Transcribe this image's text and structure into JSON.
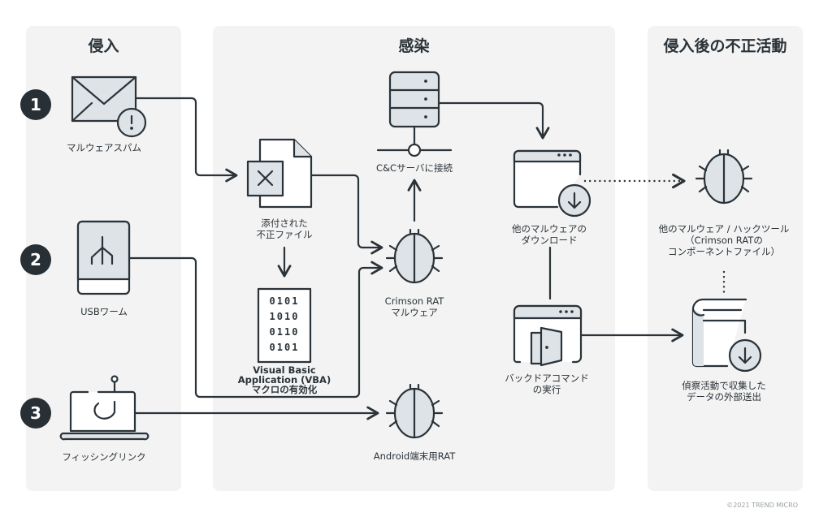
{
  "panels": {
    "intrusion": {
      "title": "侵入"
    },
    "infection": {
      "title": "感染"
    },
    "post_intrusion": {
      "title": "侵入後の不正活動"
    }
  },
  "steps": [
    {
      "number": "1",
      "label": "マルウェアスパム",
      "icon": "envelope-warning-icon"
    },
    {
      "number": "2",
      "label": "USBワーム",
      "icon": "usb-drive-icon"
    },
    {
      "number": "3",
      "label": "フィッシングリンク",
      "icon": "laptop-hook-icon"
    }
  ],
  "nodes": {
    "attached_file": {
      "line1": "添付された",
      "line2": "不正ファイル"
    },
    "vba": {
      "line1": "Visual Basic",
      "line2": "Application (VBA)",
      "line3": "マクロの有効化",
      "binary": [
        "0101",
        "1010",
        "0110",
        "0101"
      ]
    },
    "cc_server": {
      "label": "C&Cサーバに接続"
    },
    "crimson_rat": {
      "line1": "Crimson RAT",
      "line2": "マルウェア"
    },
    "android_rat": {
      "label": "Android端末用RAT"
    },
    "download": {
      "line1": "他のマルウェアの",
      "line2": "ダウンロード"
    },
    "backdoor": {
      "line1": "バックドアコマンド",
      "line2": "の実行"
    },
    "other_malware": {
      "line1": "他のマルウェア / ハックツール",
      "line2": "（Crimson RATの",
      "line3": "コンポーネントファイル）"
    },
    "exfiltration": {
      "line1": "偵察活動で収集した",
      "line2": "データの外部送出"
    }
  },
  "colors": {
    "stroke": "#2b3338",
    "fill": "#dde3e7",
    "panel": "#f3f3f3"
  },
  "footer": {
    "copyright": "©2021 TREND MICRO"
  }
}
